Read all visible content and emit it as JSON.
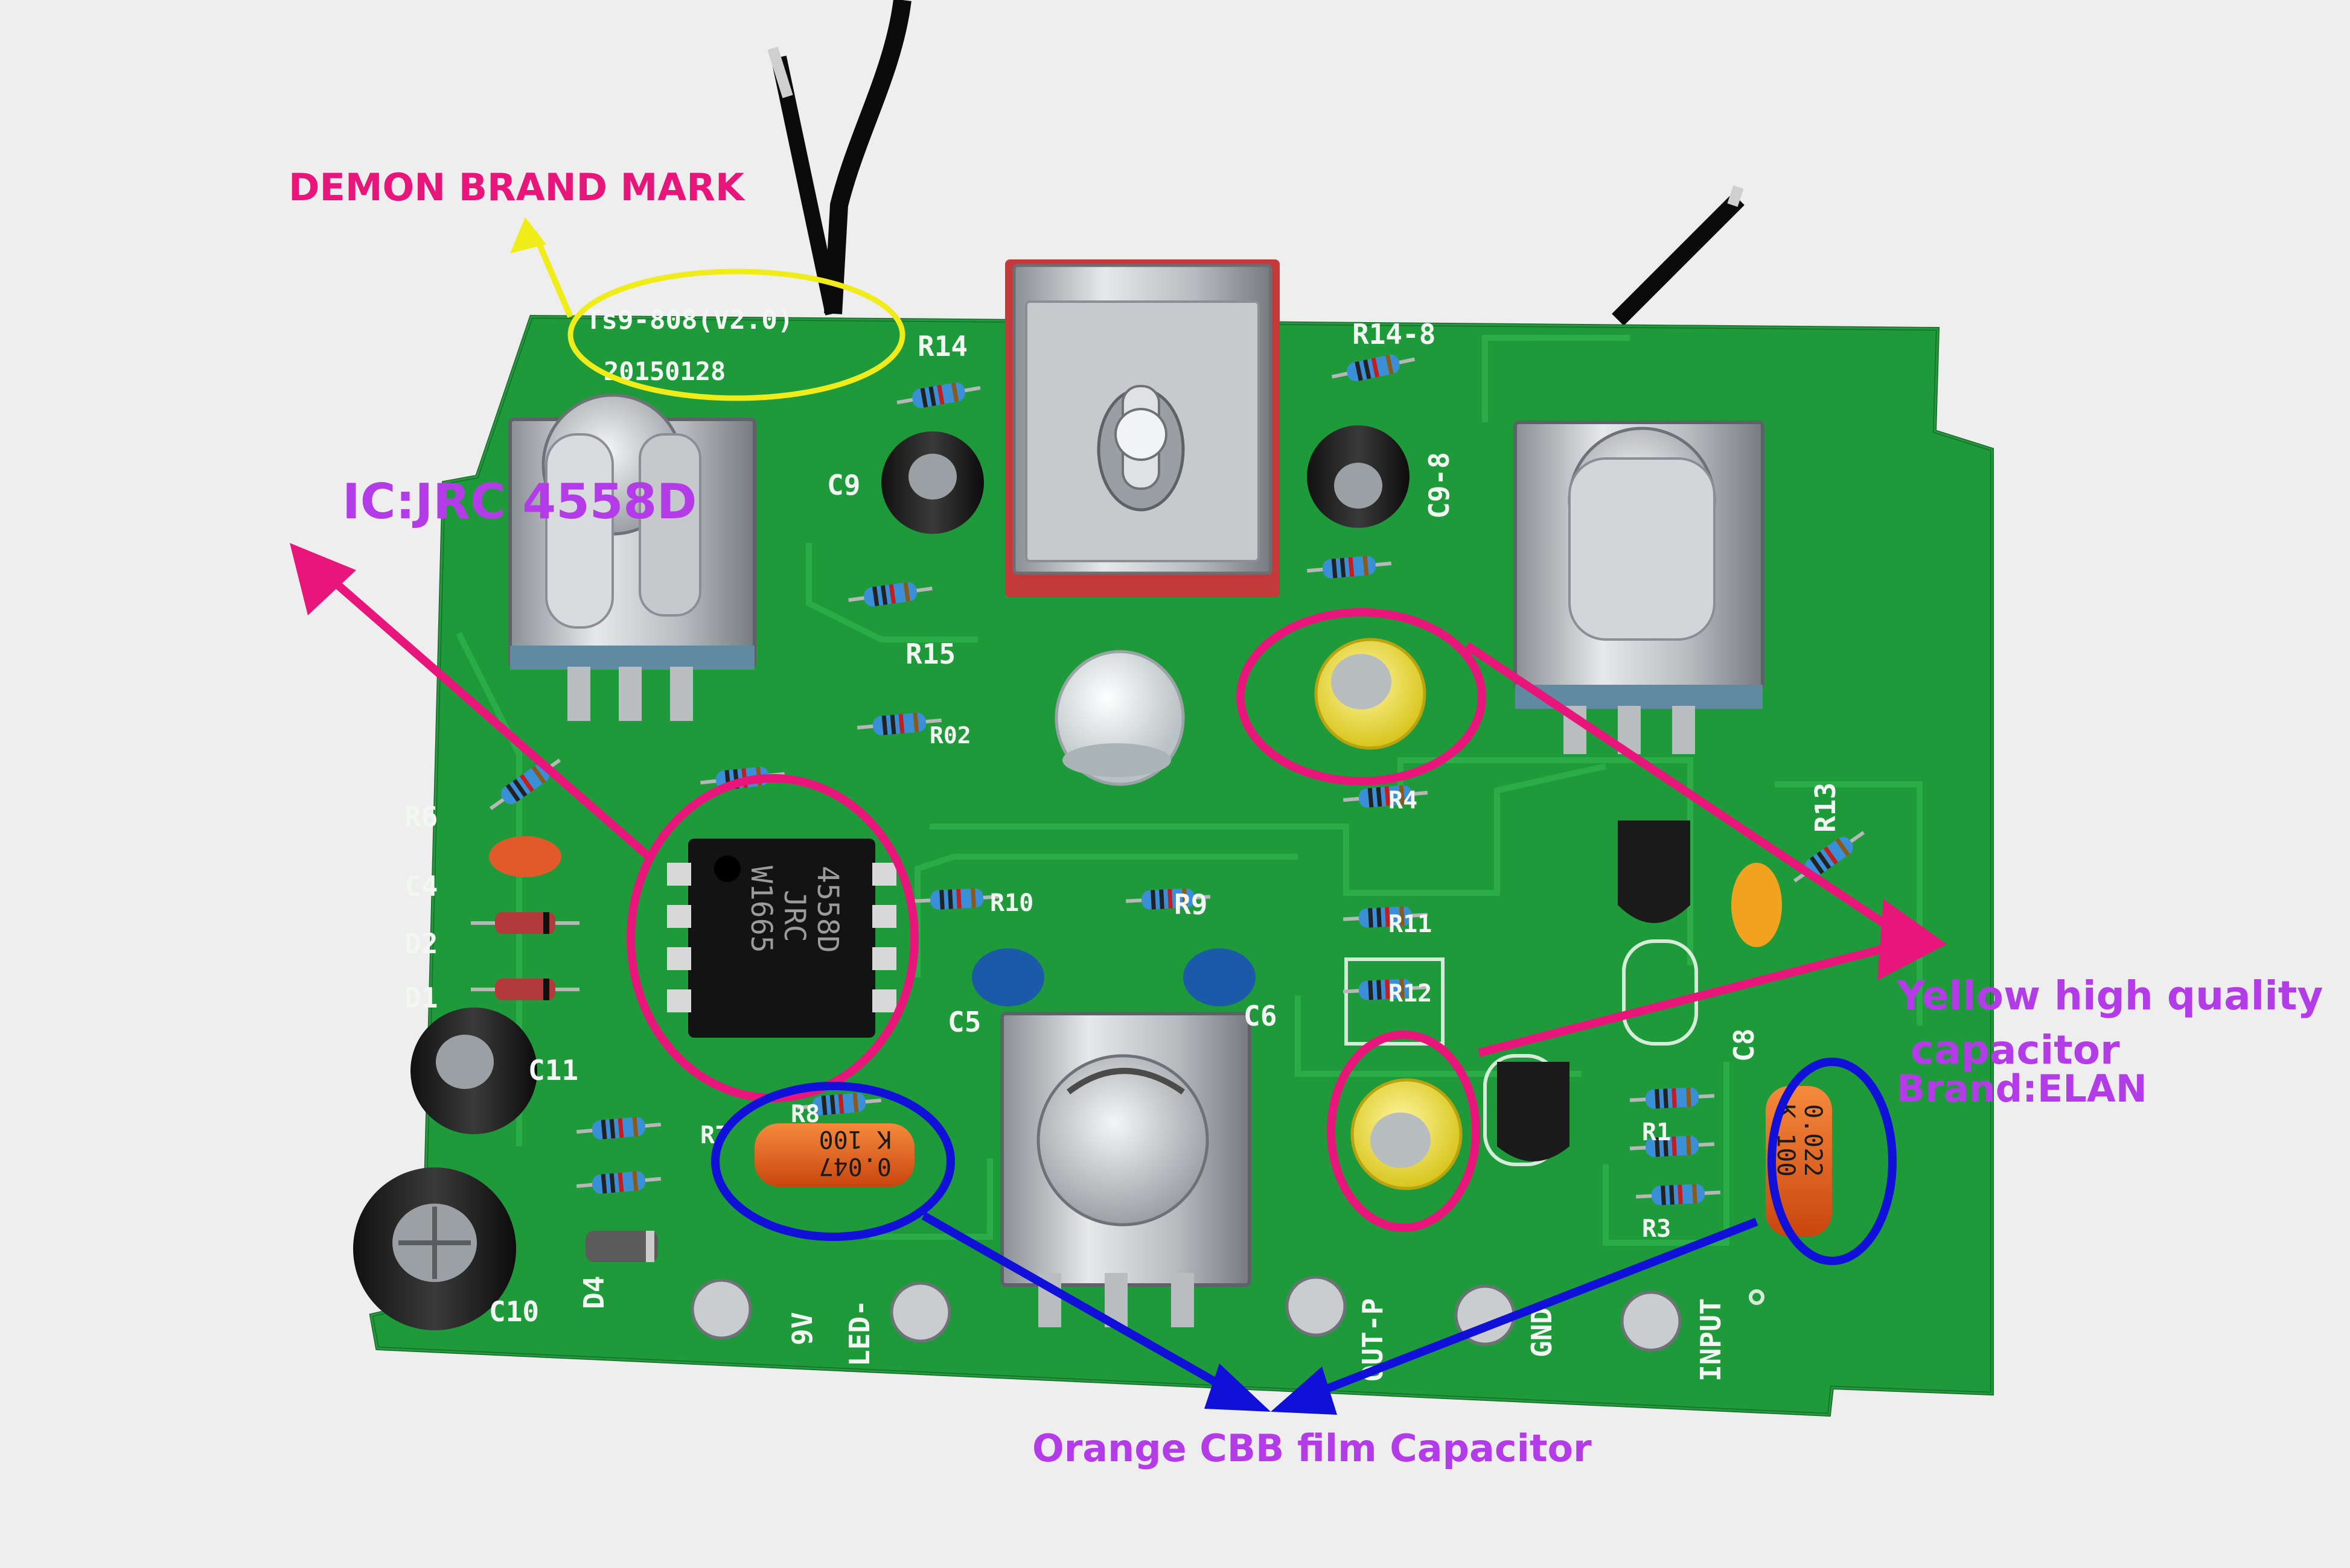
{
  "annotations": {
    "brand_mark": "DEMON BRAND MARK",
    "ic": "IC:JRC 4558D",
    "yellow_capacitor_line1": "Yellow high quality",
    "yellow_capacitor_line2": "capacitor",
    "yellow_capacitor_brand": "Brand:ELAN",
    "orange_capacitor": "Orange CBB film Capacitor"
  },
  "board_markings": {
    "board_version": "Ts9-808(V2.0)",
    "board_date": "20150128",
    "ic_line1": "4558D",
    "ic_line2": "JRC",
    "ic_line3": "W1665",
    "cap_left_line1": "0.047",
    "cap_left_line2": "K 100",
    "cap_right_line1": "0.022",
    "cap_right_line2": "K 100",
    "refs": [
      "R14",
      "R14-8",
      "C9",
      "C9-8",
      "R15",
      "R02",
      "R4",
      "R13",
      "R6",
      "C4",
      "D2",
      "D1",
      "R10",
      "R9",
      "R11",
      "R12",
      "C5",
      "C6",
      "C8",
      "C11",
      "R7",
      "R8",
      "R1",
      "R3",
      "C10",
      "D4",
      "9V",
      "LED-",
      "OUT-P",
      "GND",
      "INPUT"
    ]
  },
  "colors": {
    "pcb": "#1f9a3a",
    "pink_marker": "#e8157a",
    "blue_marker": "#1010d8",
    "yellow_marker": "#f0ec1a",
    "violet_text": "#b43ce8"
  }
}
